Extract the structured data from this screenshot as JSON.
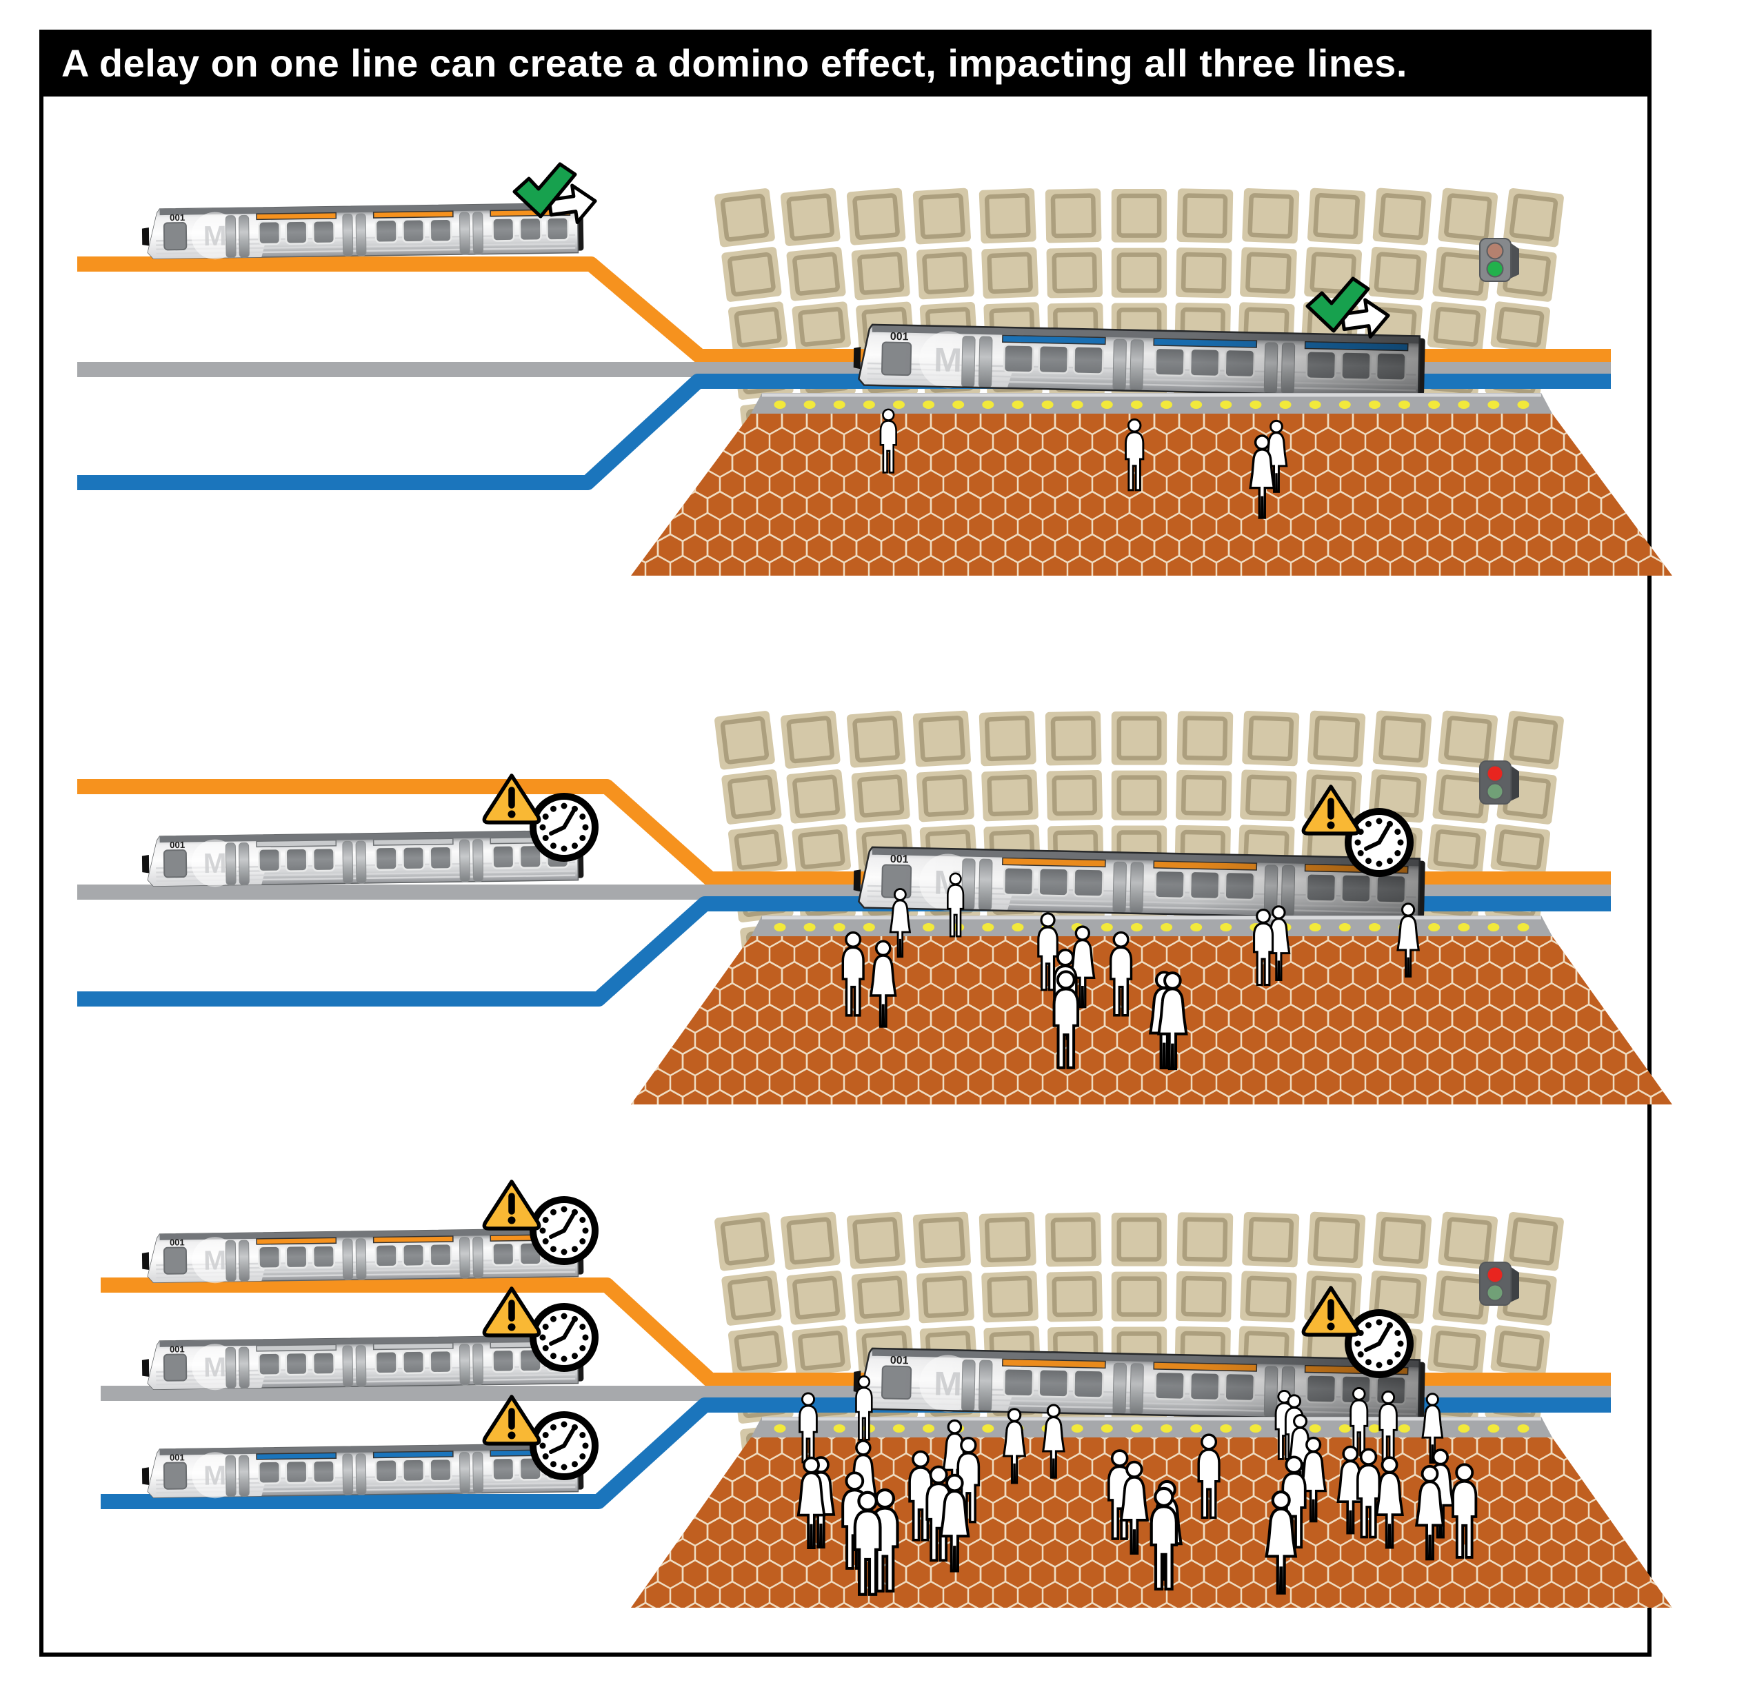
{
  "title": "A delay on one line can create a domino effect, impacting all three lines.",
  "train": {
    "number": "001",
    "logo": "M"
  },
  "colors": {
    "orange_line": "#F6921E",
    "gray_line": "#A7A9AC",
    "blue_line": "#1B75BC",
    "silver_stripe": "#C9CBCD",
    "floor": "#C05F20",
    "floor_grout": "#EFDCC1",
    "wall": "#D4C8A8",
    "wall_border": "#AC9F7E",
    "platform": "#A6A8AB",
    "platform_dot_yellow": "#F2E93B",
    "signal_red_on": "#E8251F",
    "signal_red_off": "#B5816F",
    "signal_green_on": "#22B14C",
    "signal_green_off": "#71A077",
    "check_green": "#17A14E",
    "warning_yellow": "#F9B834"
  },
  "panels": [
    {
      "id": "scenario-normal-service",
      "signal_state": "green",
      "station_train_stripe": "blue",
      "station_status_icon": "check-arrow-icon",
      "left_trains": [
        {
          "stripe": "orange",
          "status_icon": "check-arrow-icon"
        }
      ],
      "platform_people": 4
    },
    {
      "id": "scenario-one-line-delayed",
      "signal_state": "red",
      "station_train_stripe": "orange",
      "station_status_icon": "warning-clock-icon",
      "left_trains": [
        {
          "stripe": "silver",
          "status_icon": "warning-clock-icon"
        }
      ],
      "platform_people": 14
    },
    {
      "id": "scenario-all-lines-delayed",
      "signal_state": "red",
      "station_train_stripe": "orange",
      "station_status_icon": "warning-clock-icon",
      "left_trains": [
        {
          "stripe": "orange",
          "status_icon": "warning-clock-icon"
        },
        {
          "stripe": "silver",
          "status_icon": "warning-clock-icon"
        },
        {
          "stripe": "blue",
          "status_icon": "warning-clock-icon"
        }
      ],
      "platform_people": 35
    }
  ]
}
